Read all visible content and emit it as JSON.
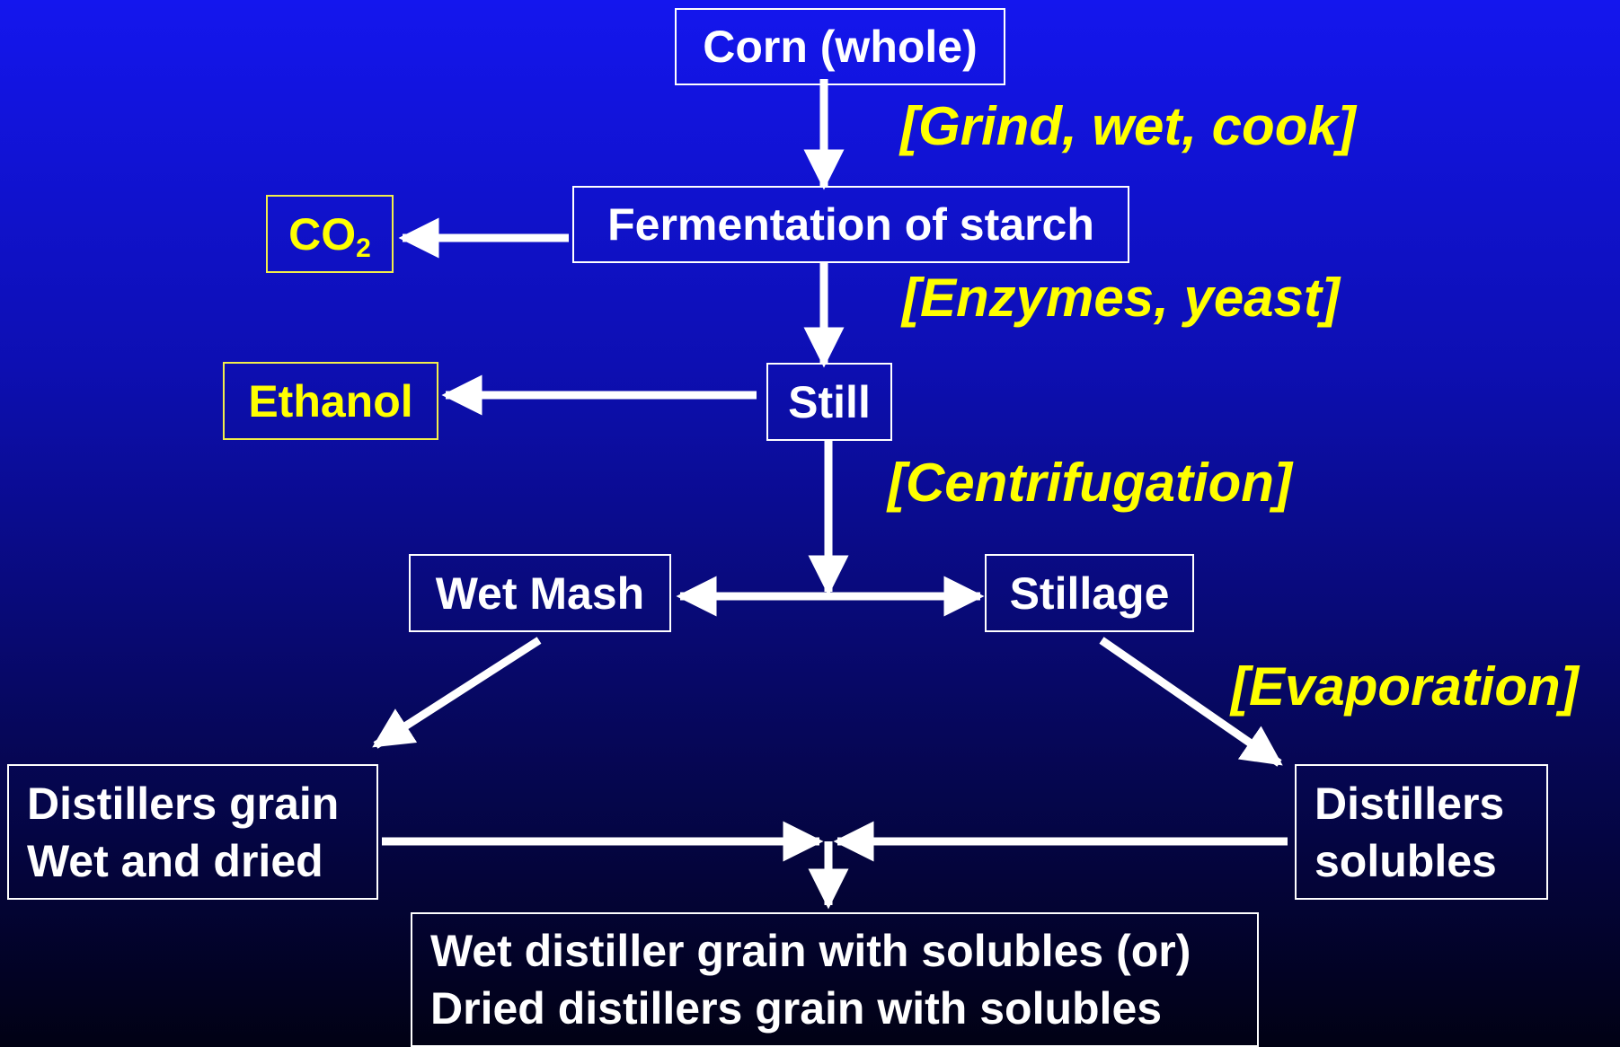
{
  "nodes": {
    "corn": "Corn (whole)",
    "fermentation": "Fermentation of starch",
    "co2": {
      "main": "CO",
      "sub": "2"
    },
    "still": "Still",
    "ethanol": "Ethanol",
    "wet_mash": "Wet Mash",
    "stillage": "Stillage",
    "distillers_grain": [
      "Distillers grain",
      "Wet and dried"
    ],
    "distillers_solubles": [
      "Distillers",
      "solubles"
    ],
    "final_product": [
      "Wet distiller grain with solubles (or)",
      "Dried distillers grain with solubles"
    ]
  },
  "process_steps": {
    "grind": "[Grind, wet, cook]",
    "enzymes": "[Enzymes, yeast]",
    "centrifugation": "[Centrifugation]",
    "evaporation": "[Evaporation]"
  },
  "colors": {
    "box_border": "#ffffff",
    "product_border": "#f2ee4a",
    "node_text": "#ffffff",
    "product_text": "#ffff00",
    "step_text": "#ffff00",
    "arrow": "#ffffff"
  }
}
